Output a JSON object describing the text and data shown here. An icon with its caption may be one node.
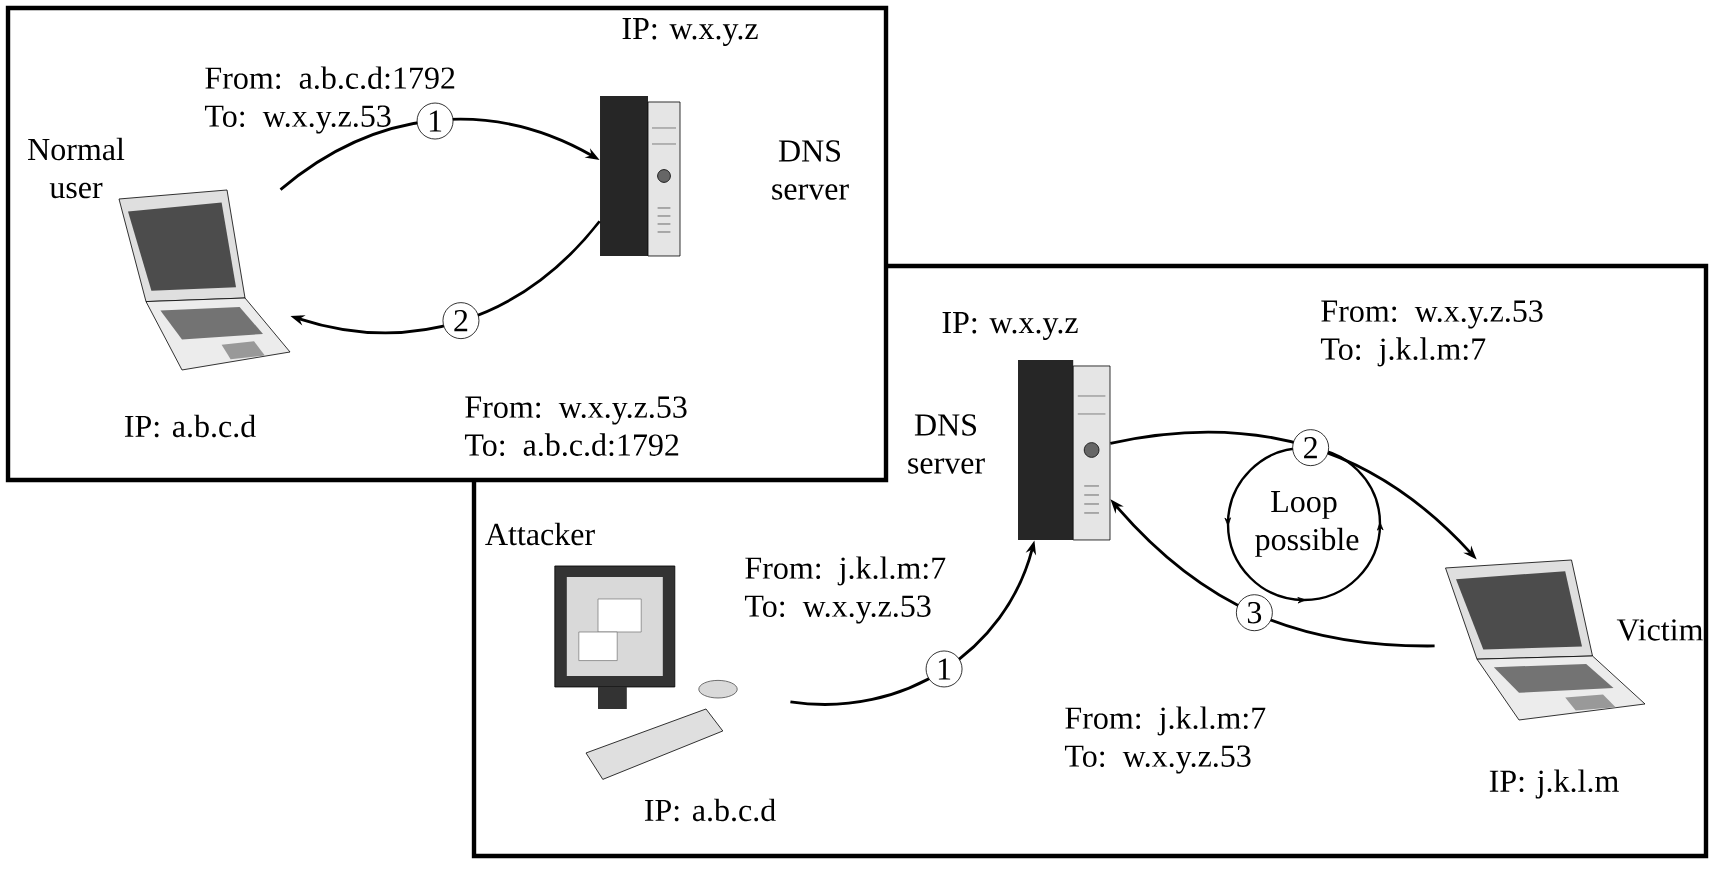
{
  "diagram": {
    "nodes": [
      {
        "text": [],
        "shape": "box"
      },
      {
        "text": [
          "Normal user",
          "IP: a.b.c.d"
        ],
        "in": 0
      },
      {
        "text": [
          "IP: w.x.y.z",
          "DNS server"
        ],
        "in": 0
      },
      {
        "text": [],
        "shape": "box"
      },
      {
        "text": [
          "Attacker",
          "IP: a.b.c.d"
        ],
        "in": 3
      },
      {
        "text": [
          "IP: w.x.y.z",
          "DNS server"
        ],
        "in": 3
      },
      {
        "text": [
          "Victim",
          "IP: j.k.l.m"
        ],
        "in": 3
      },
      {
        "text": [
          "Loop possible"
        ],
        "in": 3
      }
    ],
    "edges": [
      {
        "from": 1,
        "to": 2,
        "arrow": "to",
        "label": "1"
      },
      {
        "from": 2,
        "to": 1,
        "arrow": "to",
        "label": "2"
      },
      {
        "from": 4,
        "to": 5,
        "arrow": "to",
        "label": "1"
      },
      {
        "from": 5,
        "to": 6,
        "arrow": "to",
        "label": "2"
      },
      {
        "from": 6,
        "to": 5,
        "arrow": "to",
        "label": "3"
      }
    ],
    "labels": [
      "From: a.b.c.d:1792 To: w.x.y.z.53",
      "From: w.x.y.z.53 To: a.b.c.d:1792",
      "From: w.x.y.z.53 To: j.k.l.m:7",
      "From: j.k.l.m:7 To: w.x.y.z.53",
      "From: j.k.l.m:7 To: w.x.y.z.53"
    ]
  }
}
